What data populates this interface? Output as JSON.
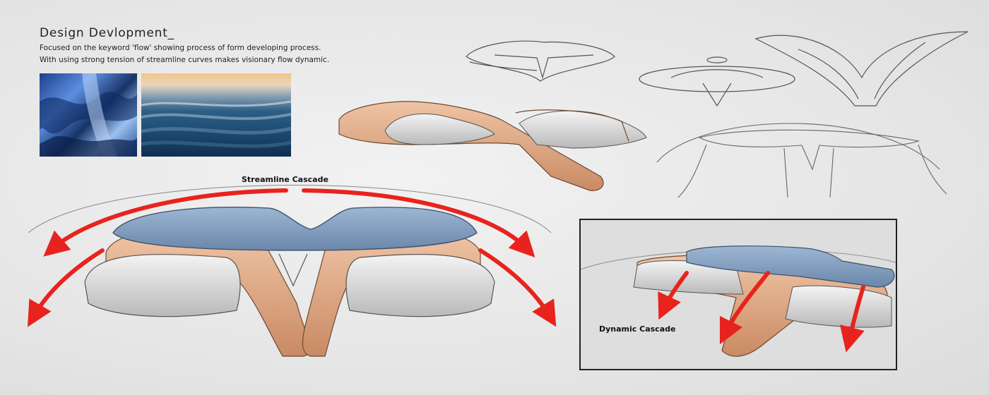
{
  "title": "Design Devlopment_",
  "description": [
    "Focused on the keyword 'flow' showing process of form developing process.",
    "With using strong tension of streamline curves makes visionary flow dynamic."
  ],
  "labels": {
    "streamline": "Streamline Cascade",
    "dynamic": "Dynamic Cascade"
  },
  "colors": {
    "copper": "#d9a07d",
    "blue_panel": "#7e9bbd",
    "arrow_red": "#e8231d",
    "sketch_line": "#555555"
  }
}
